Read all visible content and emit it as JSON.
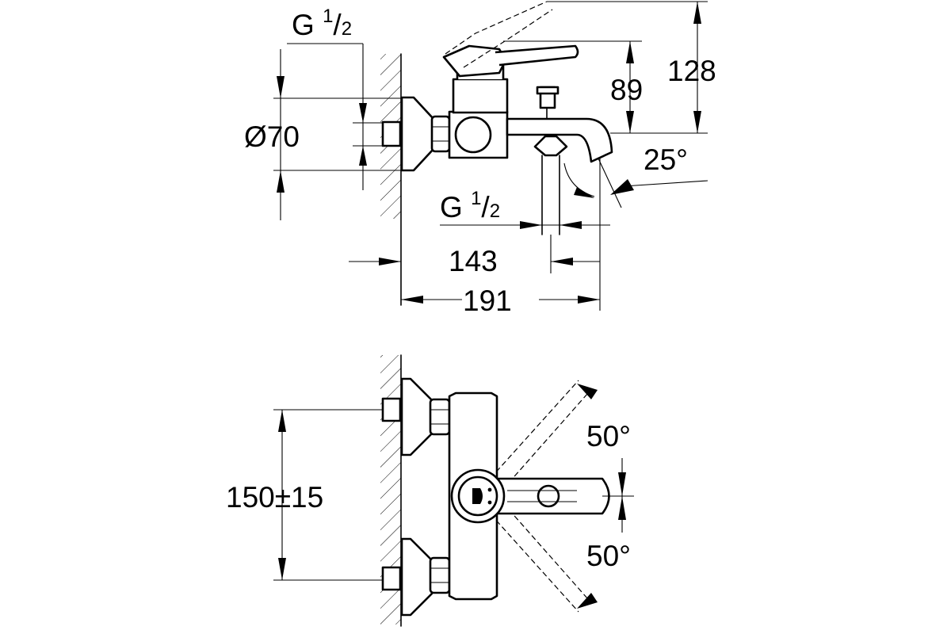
{
  "top_view": {
    "thread_top": {
      "main": "G ",
      "sup": "1",
      "slash": "/",
      "sub": "2"
    },
    "diameter": "Ø70",
    "dim_89": "89",
    "dim_128": "128",
    "angle_spout": "25°",
    "thread_bottom": {
      "main": "G ",
      "sup": "1",
      "slash": "/",
      "sub": "2"
    },
    "dim_143": "143",
    "dim_191": "191"
  },
  "bottom_view": {
    "centers": "150±15",
    "angle_upper": "50°",
    "angle_lower": "50°"
  }
}
